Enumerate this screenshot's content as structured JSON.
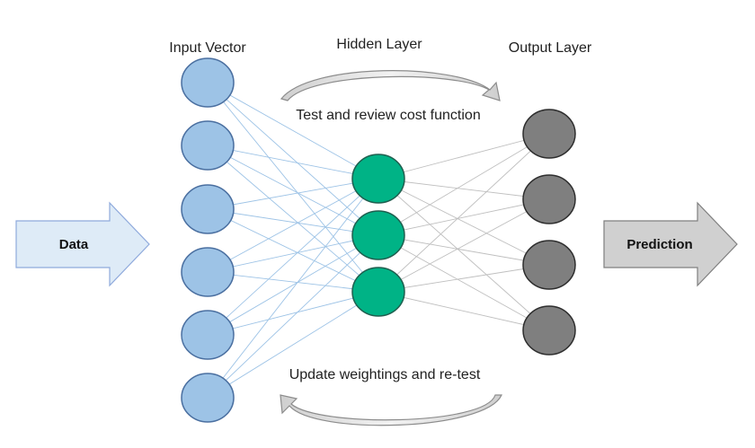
{
  "labels": {
    "input": "Input Vector",
    "hidden": "Hidden Layer",
    "output": "Output Layer",
    "top_loop": "Test and review cost function",
    "bottom_loop": "Update weightings and re-test",
    "data_arrow": "Data",
    "prediction_arrow": "Prediction"
  },
  "network": {
    "input_count": 6,
    "hidden_count": 3,
    "output_count": 4
  },
  "colors": {
    "input_fill": "#9dc3e6",
    "input_stroke": "#4a6fa0",
    "hidden_fill": "#00b386",
    "hidden_stroke": "#1f5f4f",
    "output_fill": "#7f7f7f",
    "output_stroke": "#2e2e2e",
    "edge_input_hidden": "#9dc3e6",
    "edge_hidden_output": "#bfbfbf",
    "data_arrow": "#deebf7",
    "prediction_arrow": "#d0d0d0"
  }
}
